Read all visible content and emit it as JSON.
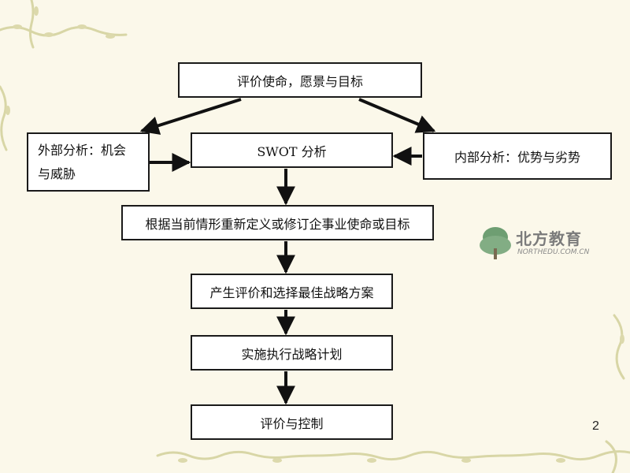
{
  "flowchart": {
    "nodes": [
      {
        "id": "evaluate",
        "label": "评价使命，愿景与目标"
      },
      {
        "id": "external",
        "label": "外部分析：机会\n与威胁"
      },
      {
        "id": "swot",
        "label": "SWOT 分析"
      },
      {
        "id": "internal",
        "label": "内部分析：优势与劣势"
      },
      {
        "id": "redefine",
        "label": "根据当前情形重新定义或修订企事业使命或目标"
      },
      {
        "id": "generate",
        "label": "产生评价和选择最佳战略方案"
      },
      {
        "id": "implement",
        "label": "实施执行战略计划"
      },
      {
        "id": "control",
        "label": "评价与控制"
      }
    ],
    "edges": [
      {
        "from": "evaluate",
        "to": "external"
      },
      {
        "from": "evaluate",
        "to": "internal"
      },
      {
        "from": "external",
        "to": "swot"
      },
      {
        "from": "internal",
        "to": "swot"
      },
      {
        "from": "swot",
        "to": "redefine"
      },
      {
        "from": "redefine",
        "to": "generate"
      },
      {
        "from": "generate",
        "to": "implement"
      },
      {
        "from": "implement",
        "to": "control"
      }
    ]
  },
  "logo": {
    "name": "北方教育",
    "url": "NORTHEDU.COM.CN"
  },
  "page_number": "2"
}
